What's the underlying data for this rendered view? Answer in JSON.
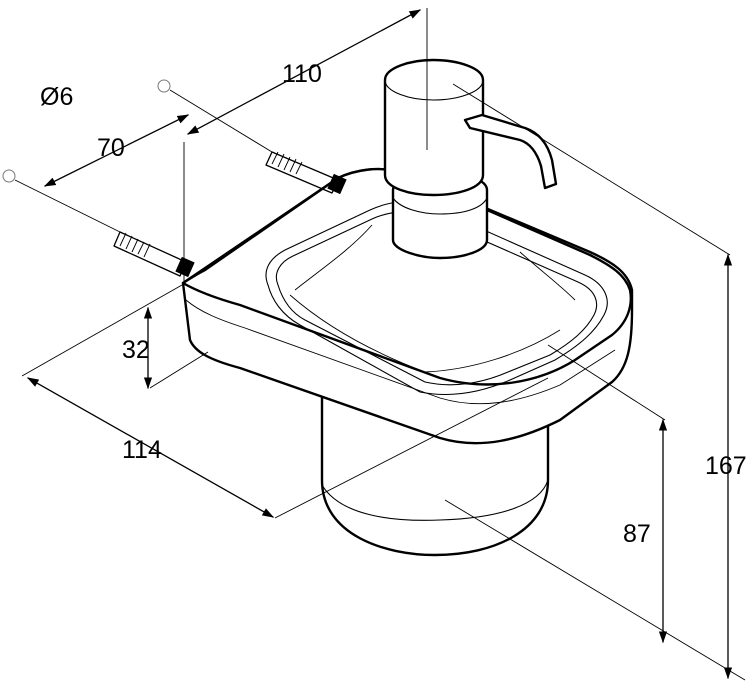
{
  "dimensions": {
    "hole_diameter": "Ø6",
    "dowel_spacing": "70",
    "depth": "110",
    "bracket_height": "32",
    "width": "114",
    "glass_height": "87",
    "total_height": "167"
  }
}
